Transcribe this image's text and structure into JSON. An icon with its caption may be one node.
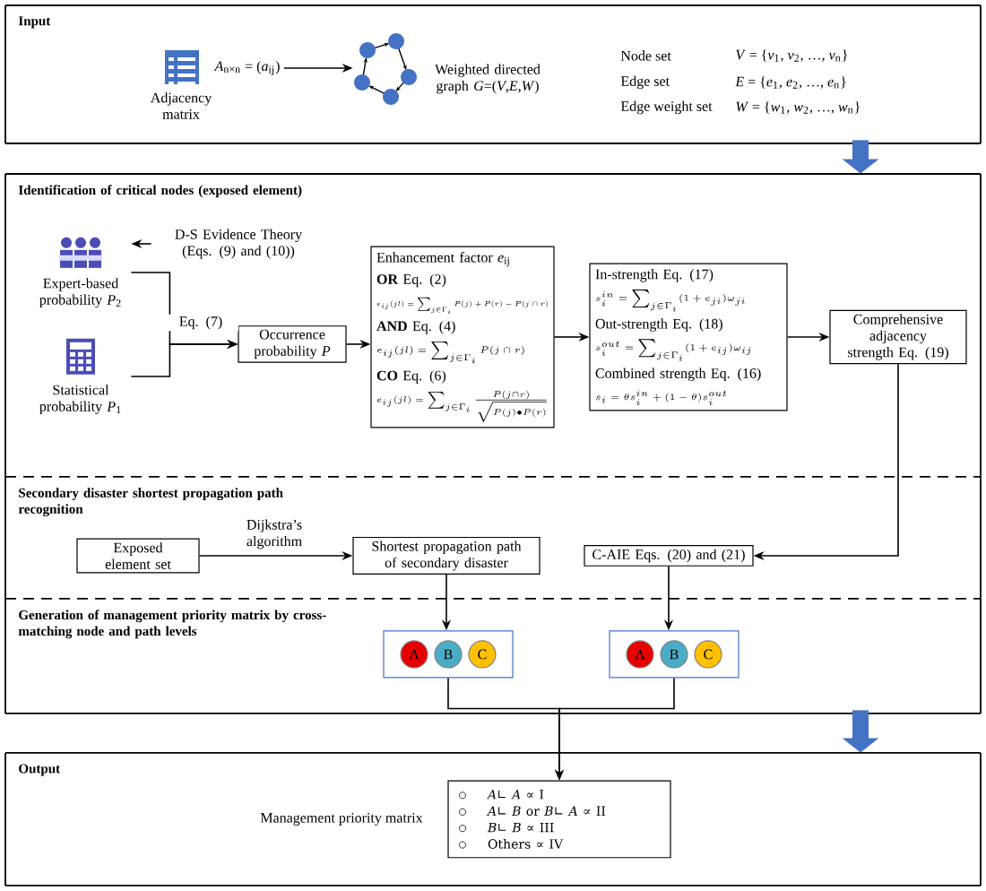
{
  "diagram": {
    "nodes": [
      {
        "text": [
          "Input"
        ]
      },
      {
        "text": [
          "*A*$_{n×n}$ = (*a*$_{ij}$)"
        ],
        "in": 0
      },
      {
        "text": [],
        "shape": "picture",
        "in": 0,
        "beside": [
          "Weighted directed graph *G*=(*V*,*E*,*W*)"
        ]
      },
      {
        "text": [
          "Identification of critical nodes (exposed element)"
        ]
      },
      {
        "text": [
          "D-S Evidence Theory (Eqs. (9) and (10))"
        ],
        "in": 3
      },
      {
        "text": [
          "Expert-based probability *P*$_{2}$"
        ],
        "in": 3
      },
      {
        "text": [
          "Statistical probability *P*$_{1}$"
        ],
        "in": 3
      },
      {
        "text": [
          "Occurrence probability *P*"
        ],
        "in": 3
      },
      {
        "text": [
          "Enhancement factor *e*$_{ij}$",
          "**OR** Eq. (2)",
          "e_{ij}(jl)=\\sum_{j\\in\\Gamma_i}P(j)+P(r)-P(j\\cap r)",
          "**AND** Eq. (4)",
          "e_{ij}(jl)=\\sum_{j\\in\\Gamma_i}P(j\\cap r)",
          "**CO** Eq. (6)",
          "e_{ij}(jl)=\\sum_{j\\in\\Gamma_i}\\frac{P(j\\cap r)}{\\sqrt{P(j)\\bullet P(r)}}"
        ],
        "in": 3
      },
      {
        "text": [
          "In-strength Eq. (17)",
          "s_i^{in}=\\sum_{j\\in\\Gamma_i}(1+e_{ji})\\omega_{ji}",
          "Out-strength Eq. (18)",
          "s_i^{out}=\\sum_{j\\in\\Gamma_i}(1+e_{ij})\\omega_{ij}",
          "Combined strength Eq. (16)",
          "s_i=\\theta s_i^{in}+(1-\\theta)s_i^{out}"
        ],
        "in": 3
      },
      {
        "text": [
          "Comprehensive adjacency strength Eq. (19)"
        ],
        "in": 3
      },
      {
        "text": [
          "Secondary disaster shortest propagation path recognition"
        ]
      },
      {
        "text": [
          "Exposed element set"
        ],
        "in": 11
      },
      {
        "text": [
          "Shortest propagation path of secondary disaster"
        ],
        "in": 11
      },
      {
        "text": [
          "C-AIE Eqs. (20) and (21)"
        ],
        "in": 11
      },
      {
        "text": [
          "Generation of management priority matrix by cross-matching node and path levels"
        ]
      },
      {
        "text": [],
        "shape": "box",
        "in": 15
      },
      {
        "text": [
          "A"
        ],
        "in": 16
      },
      {
        "text": [
          "B"
        ],
        "in": 16
      },
      {
        "text": [
          "C"
        ],
        "in": 16
      },
      {
        "text": [],
        "shape": "box",
        "in": 15
      },
      {
        "text": [
          "A"
        ],
        "in": 20
      },
      {
        "text": [
          "B"
        ],
        "in": 20
      },
      {
        "text": [
          "C"
        ],
        "in": 20
      },
      {
        "text": [
          "Output"
        ]
      },
      {
        "text": [
          "*A*∟ *A* ∝ I",
          "*A*∟ *B* or *B*∟ *A* ∝ II",
          "*B*∟ *B* ∝ III",
          "Others ∝ IV"
        ],
        "in": 24,
        "beside": [
          "Management priority matrix"
        ]
      }
    ],
    "edges": [
      {
        "from": 1,
        "to": 2,
        "arrow": "to"
      },
      {
        "from": 0,
        "to": 3,
        "arrow": "to",
        "style": "thick",
        "color": "#4472c4"
      },
      {
        "from": 4,
        "to": 5,
        "arrow": "to"
      },
      {
        "from": 5,
        "to": 7,
        "arrow": "to",
        "label": "Eq. (7)"
      },
      {
        "from": 6,
        "to": 7,
        "arrow": "to"
      },
      {
        "from": 7,
        "to": 8,
        "arrow": "to"
      },
      {
        "from": 8,
        "to": 9,
        "arrow": "to"
      },
      {
        "from": 9,
        "to": 10,
        "arrow": "to"
      },
      {
        "from": 10,
        "to": 14,
        "arrow": "to"
      },
      {
        "from": 12,
        "to": 13,
        "arrow": "to",
        "label": "Dijkstra’s algorithm"
      },
      {
        "from": 13,
        "to": 16,
        "arrow": "to"
      },
      {
        "from": 14,
        "to": 20,
        "arrow": "to"
      },
      {
        "from": 16,
        "to": 25,
        "arrow": "to"
      },
      {
        "from": 20,
        "to": 25,
        "arrow": "to"
      },
      {
        "from": 15,
        "to": 24,
        "arrow": "to",
        "style": "thick",
        "color": "#4472c4"
      }
    ],
    "labels": [
      "Adjacency matrix",
      "Node set",
      "*V* = {*v*$_{1}$, *v*$_{2}$, …, *v*$_{n}$}",
      "Edge set",
      "*E* = {*e*$_{1}$, *e*$_{2}$, …, *e*$_{n}$}",
      "Edge weight set",
      "*W* = {*w*$_{1}$, *w*$_{2}$, …, *w*$_{n}$}"
    ]
  }
}
